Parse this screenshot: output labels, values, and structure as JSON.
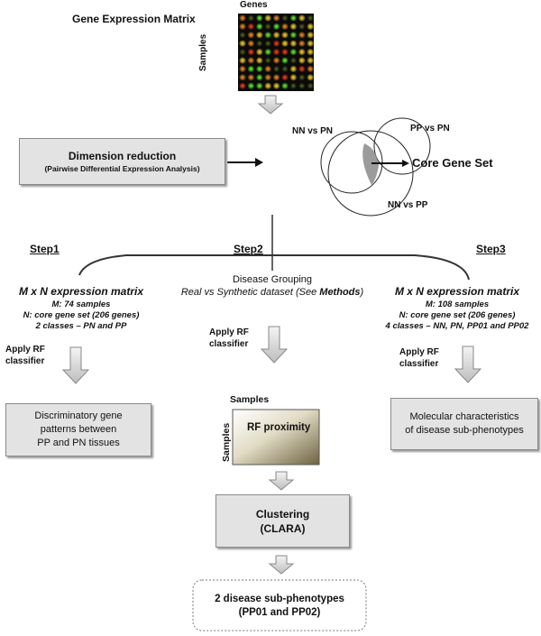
{
  "top": {
    "matrix_title": "Gene Expression Matrix",
    "genes_label": "Genes",
    "samples_label": "Samples"
  },
  "dimension_reduction": {
    "title": "Dimension reduction",
    "subtitle": "(Pairwise Differential Expression Analysis)"
  },
  "venn": {
    "nn_pn": "NN vs PN",
    "pp_pn": "PP vs PN",
    "nn_pp": "NN vs PP",
    "core": "Core Gene Set"
  },
  "step1": {
    "heading": "Step1",
    "matrix": "M x N expression matrix",
    "m": "M: 74 samples",
    "n": "N: core gene set (206 genes)",
    "classes": "2 classes – PN and PP",
    "apply": "Apply RF",
    "apply2": "classifier",
    "result_line1": "Discriminatory gene",
    "result_line2": "patterns between",
    "result_line3": "PP and PN tissues"
  },
  "step2": {
    "heading": "Step2",
    "grouping": "Disease Grouping",
    "real_vs_pre": "Real vs Synthetic dataset (See ",
    "methods": "Methods",
    "real_vs_post": ")",
    "apply": "Apply RF",
    "apply2": "classifier",
    "samples_top": "Samples",
    "samples_side": "Samples",
    "proximity": "RF proximity",
    "clustering": "Clustering",
    "clara": "(CLARA)",
    "result_line1": "2 disease sub-phenotypes",
    "result_line2": "(PP01 and PP02)"
  },
  "step3": {
    "heading": "Step3",
    "matrix": "M x N expression matrix",
    "m": "M: 108 samples",
    "n": "N: core gene set (206 genes)",
    "classes": "4 classes – NN, PN, PP01 and PP02",
    "apply": "Apply RF",
    "apply2": "classifier",
    "result_line1": "Molecular characteristics",
    "result_line2": "of disease sub-phenotypes"
  }
}
